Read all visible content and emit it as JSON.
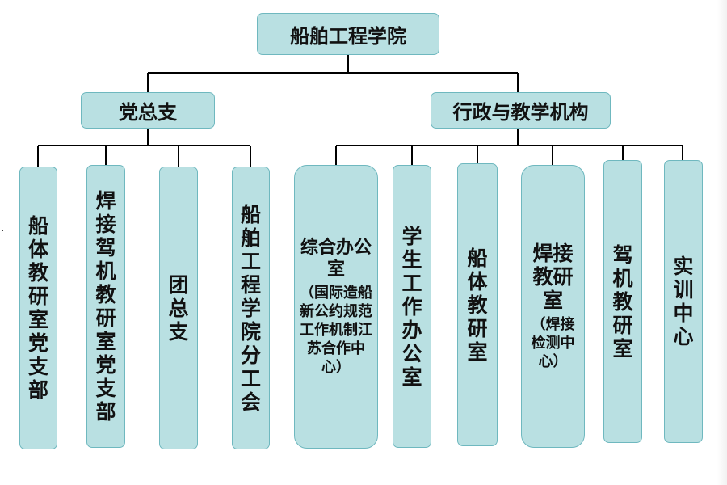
{
  "root": {
    "label": "船舶工程学院"
  },
  "branches": [
    {
      "label": "党总支",
      "children": [
        "船体教研室党支部",
        "焊接驾机教研室党支部",
        "团总支",
        "船舶工程学院分工会"
      ]
    },
    {
      "label": "行政与教学机构",
      "children": [
        {
          "main": "综合办公室",
          "note": "（国际造船新公约规范工作机制江苏合作中心）"
        },
        {
          "main": "学生工作办公室"
        },
        {
          "main": "船体教研室"
        },
        {
          "main": "焊接教研室",
          "note": "（焊接检测中心）"
        },
        {
          "main": "驾机教研室"
        },
        {
          "main": "实训中心"
        }
      ]
    }
  ],
  "stray_mark": "·",
  "colors": {
    "box_fill": "#b9e0e2",
    "box_border": "#6fb8bf",
    "line": "#000000"
  }
}
